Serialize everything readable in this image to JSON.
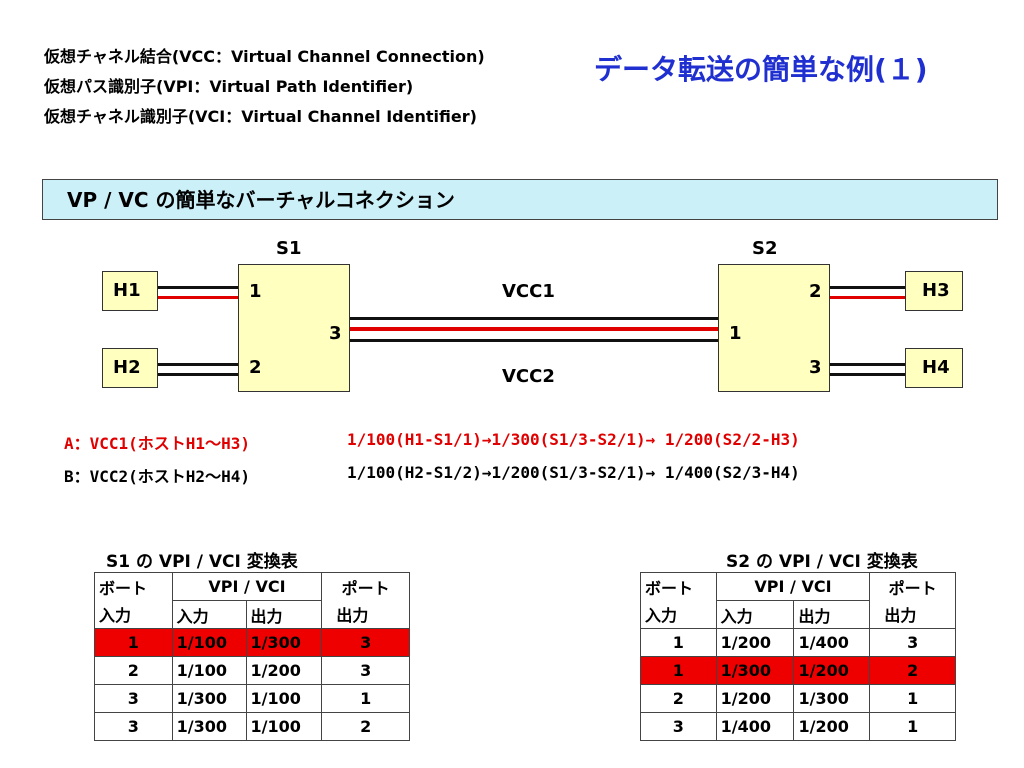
{
  "definitions": [
    "仮想チャネル結合(VCC：Virtual Channel Connection)",
    "仮想パス識別子(VPI：Virtual Path Identifier)",
    "仮想チャネル識別子(VCI：Virtual Channel Identifier)"
  ],
  "title": "データ転送の簡単な例(１)",
  "section_banner": "VP / VC の簡単なバーチャルコネクション",
  "diagram": {
    "switch1": {
      "label": "S1",
      "ports": [
        "1",
        "2",
        "3"
      ]
    },
    "switch2": {
      "label": "S2",
      "ports": [
        "2",
        "1",
        "3"
      ]
    },
    "hosts": [
      "H1",
      "H2",
      "H3",
      "H4"
    ],
    "vcc1_label": "VCC1",
    "vcc2_label": "VCC2"
  },
  "routes": [
    {
      "label": "A：VCC1(ホストH1～H3)",
      "path": "1/100(H1-S1/1)→1/300(S1/3-S2/1)→ 1/200(S2/2-H3)",
      "color": "#e00000"
    },
    {
      "label": "B：VCC2(ホストH2～H4)",
      "path": "1/100(H2-S1/2)→1/200(S1/3-S2/1)→ 1/400(S2/3-H4)",
      "color": "#000000"
    }
  ],
  "tables": [
    {
      "caption": "S1 の VPI / VCI 変換表",
      "headers": {
        "port_in_1": "ボート",
        "port_in_2": "入力",
        "vpivci": "VPI / VCI",
        "in": "入力",
        "out": "出力",
        "port_out_1": "ポート",
        "port_out_2": "出力"
      },
      "rows": [
        {
          "port_in": "1",
          "vin": "1/100",
          "vout": "1/300",
          "port_out": "3",
          "highlight": true
        },
        {
          "port_in": "2",
          "vin": "1/100",
          "vout": "1/200",
          "port_out": "3",
          "highlight": false
        },
        {
          "port_in": "3",
          "vin": "1/300",
          "vout": "1/100",
          "port_out": "1",
          "highlight": false
        },
        {
          "port_in": "3",
          "vin": "1/300",
          "vout": "1/100",
          "port_out": "2",
          "highlight": false
        }
      ]
    },
    {
      "caption": "S2 の VPI / VCI 変換表",
      "headers": {
        "port_in_1": "ボート",
        "port_in_2": "入力",
        "vpivci": "VPI / VCI",
        "in": "入力",
        "out": "出力",
        "port_out_1": "ポート",
        "port_out_2": "出力"
      },
      "rows": [
        {
          "port_in": "1",
          "vin": "1/200",
          "vout": "1/400",
          "port_out": "3",
          "highlight": false
        },
        {
          "port_in": "1",
          "vin": "1/300",
          "vout": "1/200",
          "port_out": "2",
          "highlight": true
        },
        {
          "port_in": "2",
          "vin": "1/200",
          "vout": "1/300",
          "port_out": "1",
          "highlight": false
        },
        {
          "port_in": "3",
          "vin": "1/400",
          "vout": "1/200",
          "port_out": "1",
          "highlight": false
        }
      ]
    }
  ],
  "colors": {
    "title": "#1f2fd0",
    "banner": "#ccf0f8",
    "box": "#ffffc0",
    "highlight": "#ee0000"
  }
}
